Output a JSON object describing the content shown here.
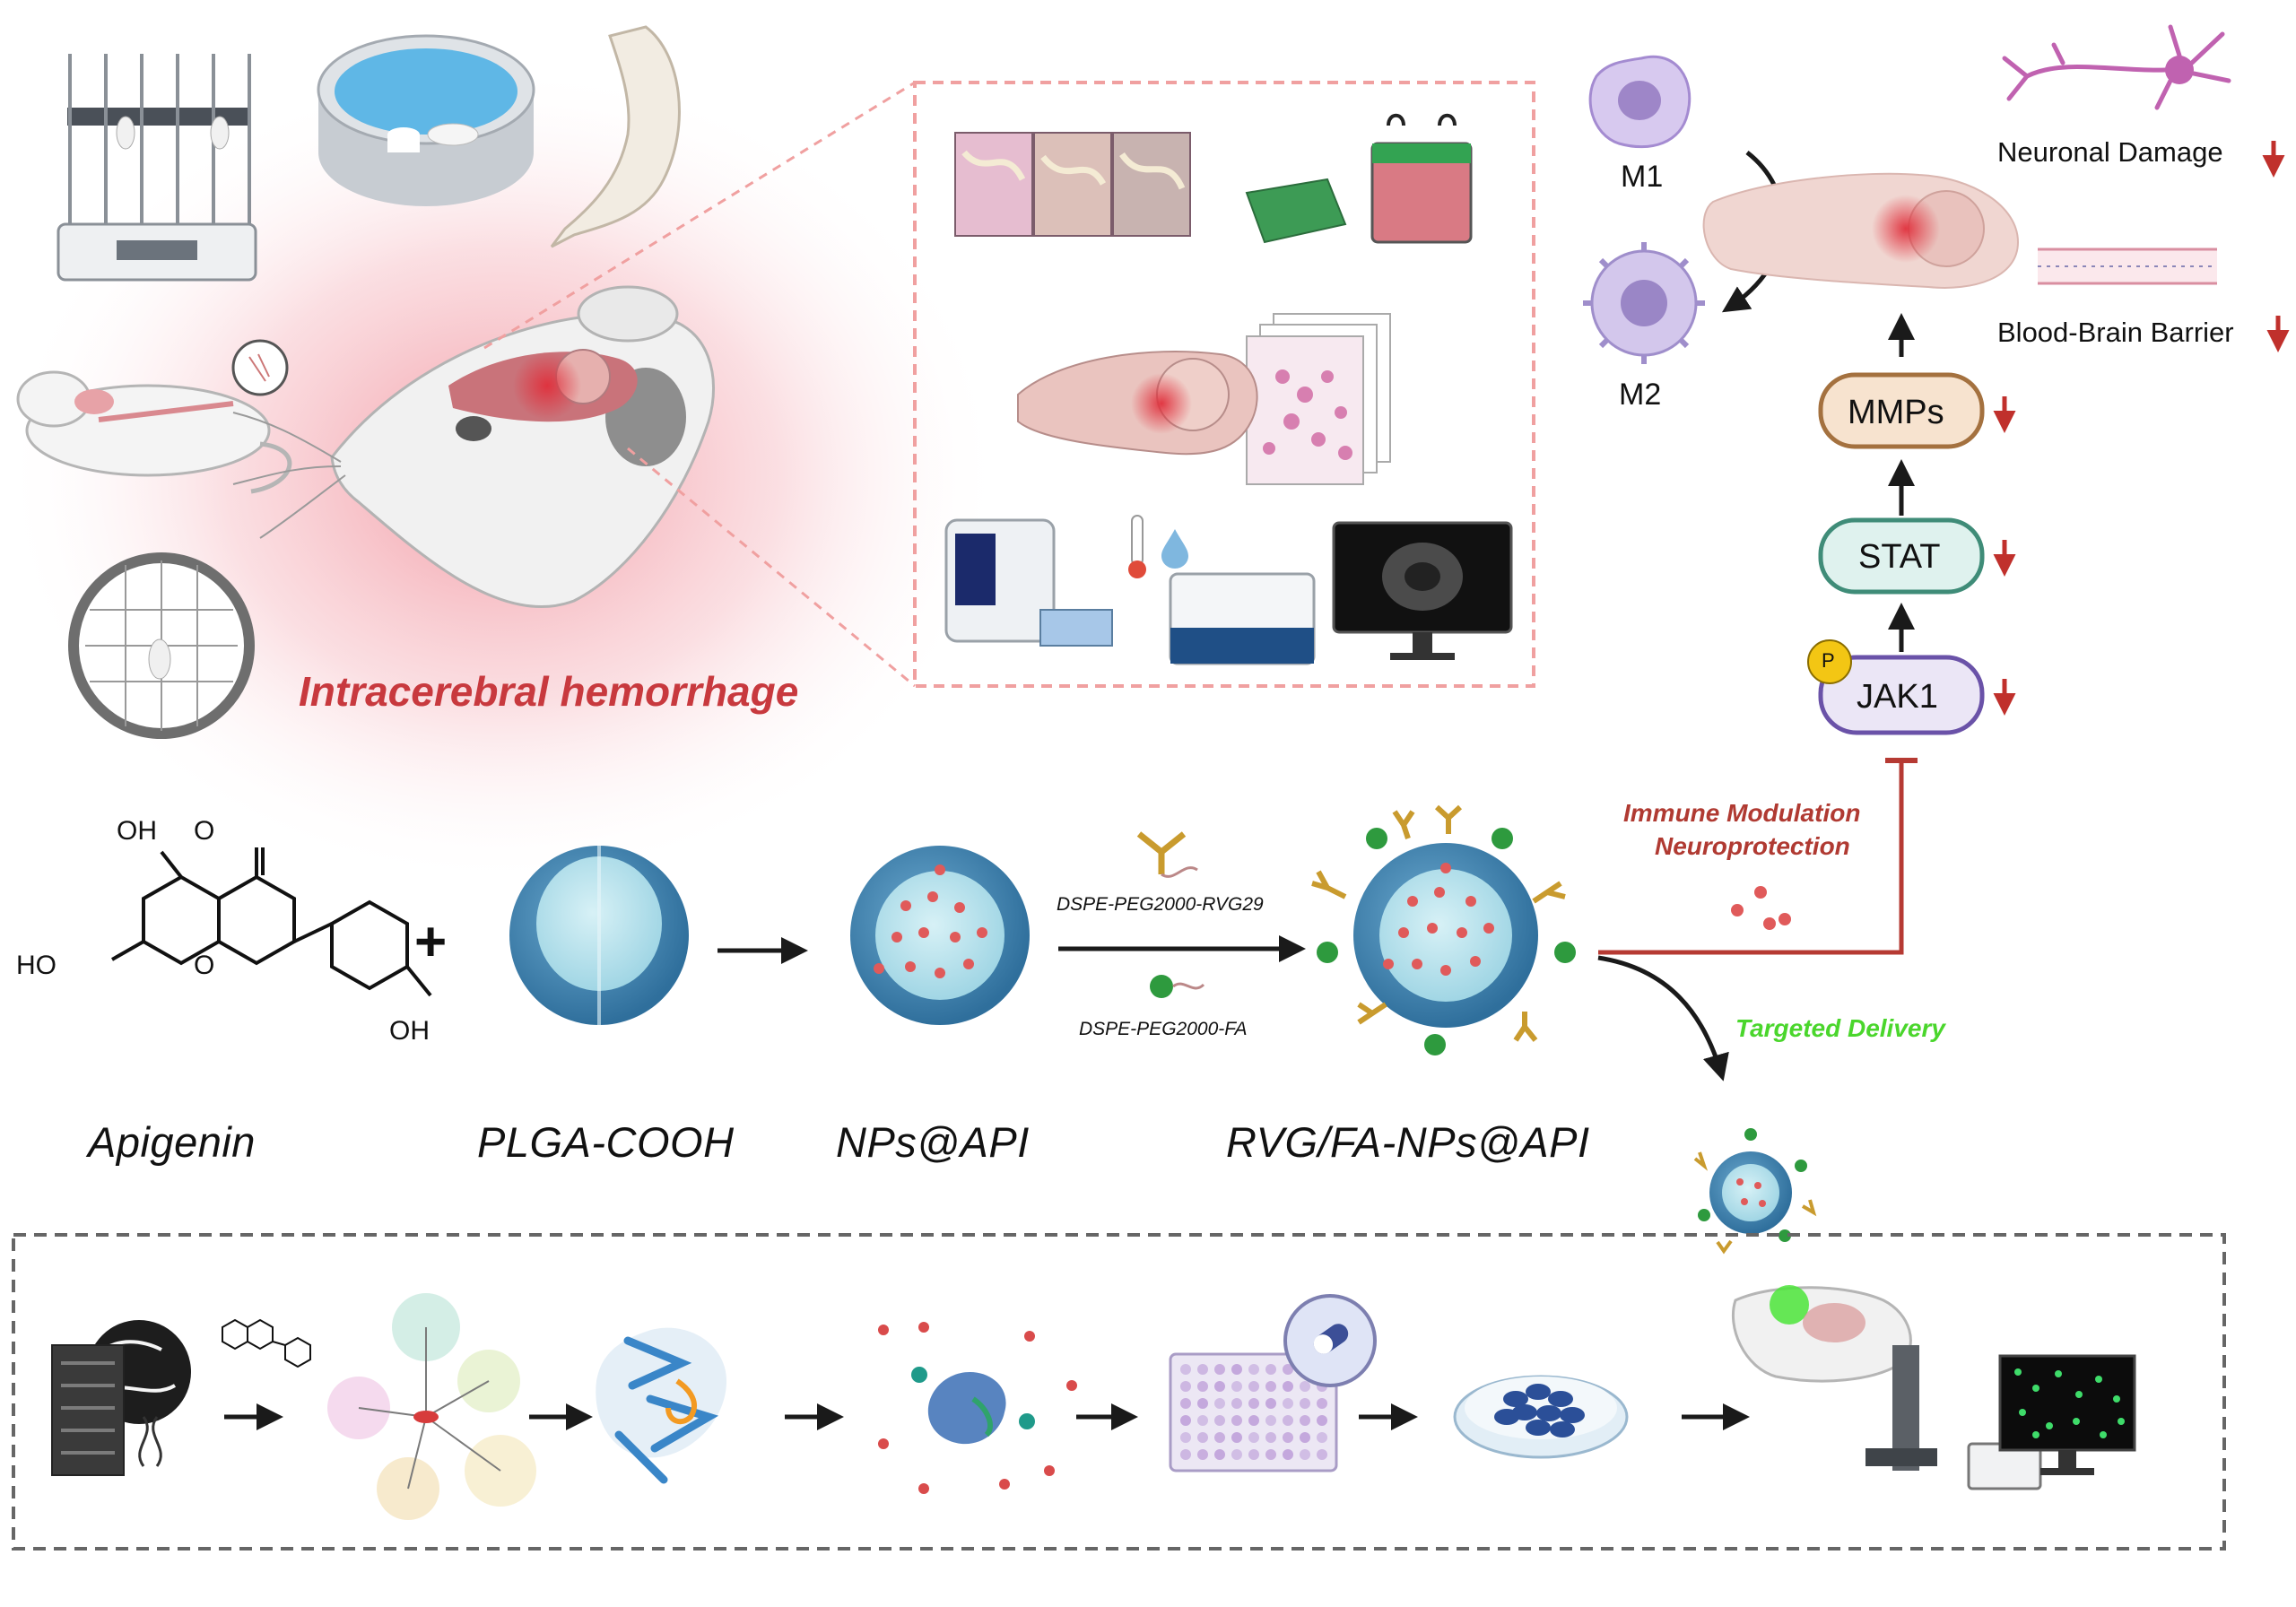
{
  "colors": {
    "hemorrhage_red": "#c8393e",
    "pathway_red": "#b63a33",
    "targeting_green": "#4ad62c",
    "mmps_fill": "#f7e3cf",
    "mmps_stroke": "#a4713f",
    "stat_fill": "#dff2ee",
    "stat_stroke": "#3f8c78",
    "jak1_fill": "#ebe6f6",
    "jak1_stroke": "#6a52a8",
    "phospho_yellow": "#f3c614"
  },
  "top_left": {
    "title": "Intracerebral hemorrhage",
    "icons": [
      "rotarod-icon",
      "water-maze-icon",
      "forelimb-placement-icon",
      "neuro-score-rat-icon",
      "open-field-icon",
      "rat-brain-hemorrhage-icon"
    ]
  },
  "experiments_panel": {
    "icons": [
      "staining-slides-icon",
      "western-blot-icon",
      "brain-histology-icon",
      "pcr-machine-icon",
      "thermometer-icon",
      "droplet-icon",
      "imaging-device-icon",
      "mri-monitor-icon"
    ]
  },
  "pathway": {
    "macrophages": {
      "m1": "M1",
      "m2": "M2"
    },
    "nodes": {
      "mmps": "MMPs",
      "stat": "STAT",
      "jak1": "JAK1",
      "phospho": "P"
    },
    "outcomes": {
      "neuronal": "Neuronal Damage",
      "bbb": "Blood-Brain Barrier"
    },
    "modulation_line1": "Immune Modulation",
    "modulation_line2": "Neuroprotection",
    "delivery": "Targeted Delivery"
  },
  "synthesis": {
    "apigenin_structure": {
      "oh_top": "OH",
      "carbonyl_o": "O",
      "ho_left": "HO",
      "ring_o": "O",
      "oh_right": "OH"
    },
    "plus": "+",
    "compounds": [
      "Apigenin",
      "PLGA-COOH",
      "NPs@API",
      "RVG/FA-NPs@API"
    ],
    "reagent_top": "DSPE-PEG2000-RVG29",
    "reagent_bottom": "DSPE-PEG2000-FA"
  },
  "workflow": {
    "steps": [
      "database-server-icon",
      "apigenin-structure-icon",
      "network-pharmacology-icon",
      "molecular-docking-icon",
      "molecular-dynamics-icon",
      "cell-viability-plate-icon",
      "cell-culture-dish-icon",
      "in-vivo-imaging-microscope-icon"
    ]
  }
}
